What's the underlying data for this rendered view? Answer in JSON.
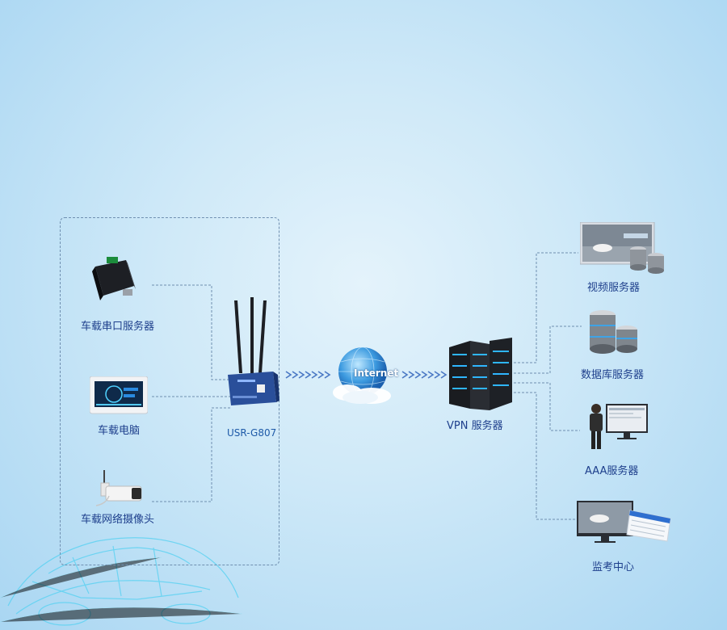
{
  "diagram": {
    "left_devices": [
      {
        "id": "serial-server",
        "label": "车载串口服务器"
      },
      {
        "id": "vehicle-pc",
        "label": "车载电脑"
      },
      {
        "id": "network-camera",
        "label": "车载网络摄像头"
      }
    ],
    "router": {
      "label": "USR-G807"
    },
    "cloud": {
      "label": "Internet"
    },
    "vpn_server": {
      "label": "VPN 服务器"
    },
    "right_services": [
      {
        "id": "video-server",
        "label": "视频服务器"
      },
      {
        "id": "database-server",
        "label": "数据库服务器"
      },
      {
        "id": "aaa-server",
        "label": "AAA服务器"
      },
      {
        "id": "monitor-center",
        "label": "监考中心"
      }
    ],
    "colors": {
      "label": "#1e3f8c",
      "line": "#6f8fb0",
      "router_body": "#2a4f9a",
      "arrow": "#4a78c4"
    }
  }
}
